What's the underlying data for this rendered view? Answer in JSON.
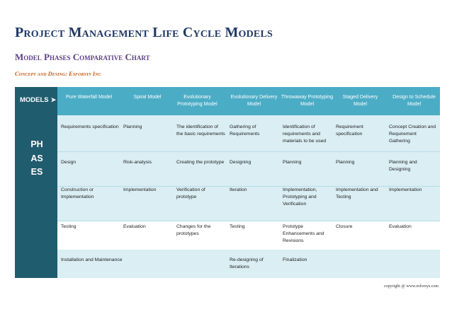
{
  "title": "Project Management Life Cycle Models",
  "subtitle": "Model Phases Comparative Chart",
  "credit": "Concept and Desing: Esforsys Inc",
  "side": {
    "models_label": "MODELS",
    "arrow": "➤",
    "phases_label": "PHASES"
  },
  "columns": [
    "Pure Waterfall Model",
    "Spiral Model",
    "Evolutionary Prototyping Model",
    "Evolutionary Delivery Model",
    "Throwaway Prototyping Model",
    "Staged Delivery Model",
    "Design to Schedule Model"
  ],
  "rows": [
    [
      "Requirements specification",
      "Planning",
      "The identification of the basic requirements",
      "Gathering of Requirements",
      "Identification of requirements and materials to be used",
      "Requirement specification",
      "Concept Creation and Requirement Gathering"
    ],
    [
      "Design",
      "Risk-analysis",
      "Creating the prototype",
      "Designing",
      "Planning",
      "Planning",
      "Planning and Designing"
    ],
    [
      "Construction or Implementation",
      "Implementation",
      "Verification of prototype",
      "Iteration",
      "Implementation, Prototyping and Verification",
      "Implementation and Testing",
      "Implementation"
    ],
    [
      "Testing",
      "Evaluation",
      "Changes for the prototypes",
      "Testing",
      "Prototype Enhancements and Revisions",
      "Closure",
      "Evaluation"
    ],
    [
      "Installation and Maintenance",
      "",
      "",
      "Re-designing of Iterations",
      "Finalization",
      "",
      ""
    ]
  ],
  "copyright": "copyright @ www.esforsys.com"
}
